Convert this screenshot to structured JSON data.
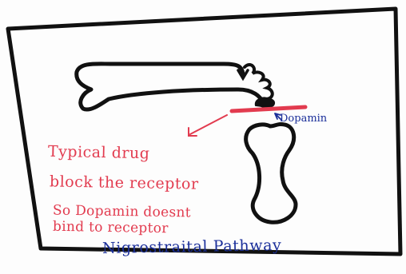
{
  "labels": {
    "dopamin": "Dopamin",
    "note_line1": "Typical drug",
    "note_line2": "block the receptor",
    "note_line3": "So Dopamin doesnt",
    "note_line4": "bind to receptor",
    "title": "Nigrostraital Pathway"
  },
  "colors": {
    "ink_black": "#111111",
    "ink_red": "#e23b4f",
    "ink_blue": "#1b2f9a"
  }
}
